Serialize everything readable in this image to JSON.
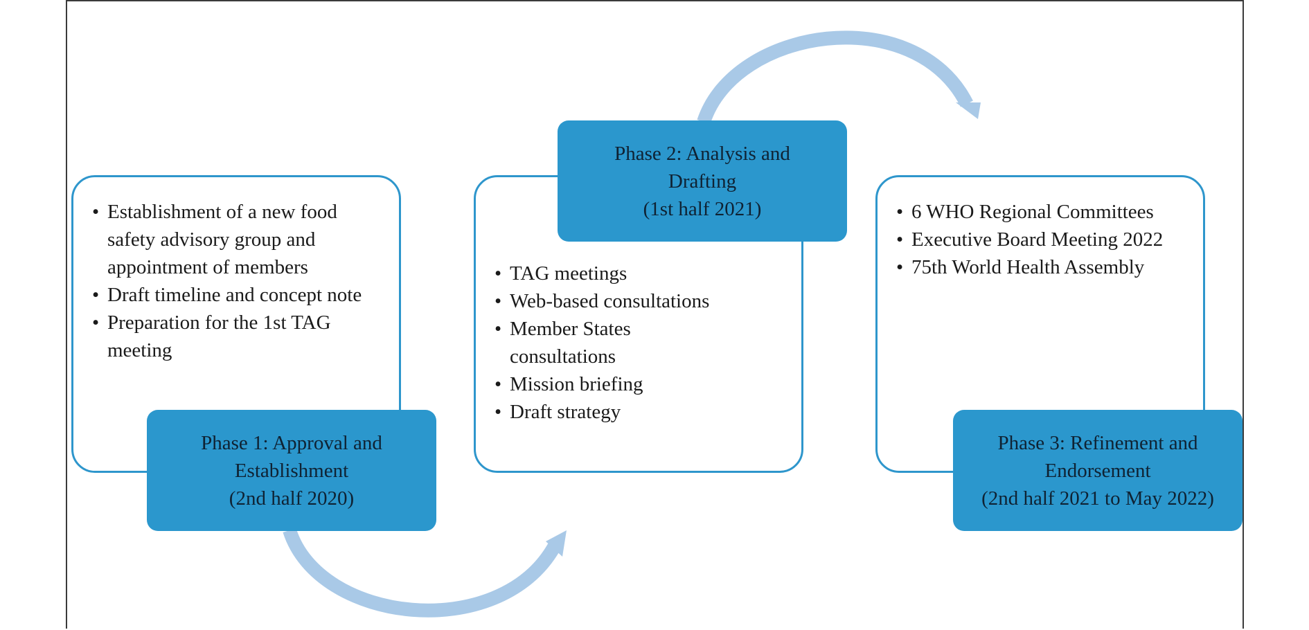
{
  "colors": {
    "phase_fill": "#2b97cd",
    "panel_border": "#2e96cc",
    "arrow": "#a9c9e7",
    "frame": "#3a3a3a"
  },
  "phases": [
    {
      "title_lines": [
        "Phase 1: Approval and",
        "Establishment"
      ],
      "period": "(2nd half 2020)",
      "items": [
        "Establishment of a new food safety advisory group and appointment of members",
        "Draft timeline and concept note",
        "Preparation for the 1st TAG meeting"
      ]
    },
    {
      "title_lines": [
        "Phase 2: Analysis and",
        "Drafting"
      ],
      "period": "(1st half 2021)",
      "items": [
        "TAG meetings",
        "Web-based consultations",
        "Member States consultations",
        "Mission briefing",
        "Draft strategy"
      ]
    },
    {
      "title_lines": [
        "Phase 3: Refinement and",
        "Endorsement"
      ],
      "period": "(2nd half 2021 to May 2022)",
      "items": [
        "6 WHO Regional Committees",
        "Executive Board Meeting 2022",
        "75th World Health Assembly"
      ]
    }
  ]
}
